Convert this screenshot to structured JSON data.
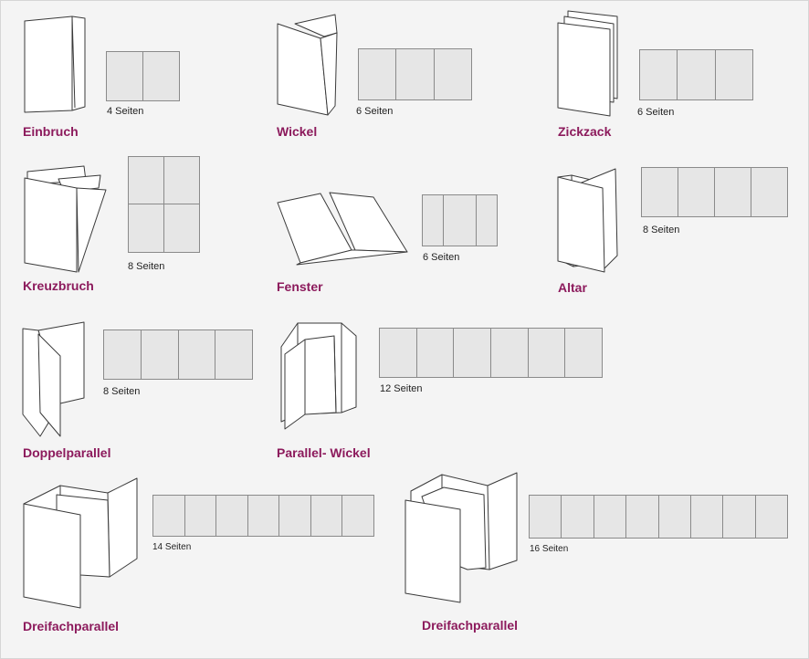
{
  "colors": {
    "title": "#8c1a5c",
    "panel_fill": "#e6e6e6",
    "panel_border": "#8a8a8a",
    "background": "#f4f4f4"
  },
  "folds": [
    {
      "id": "einbruch",
      "title": "Einbruch",
      "pages_label": "4 Seiten",
      "panels": 2
    },
    {
      "id": "wickel",
      "title": "Wickel",
      "pages_label": "6 Seiten",
      "panels": 3
    },
    {
      "id": "zickzack",
      "title": "Zickzack",
      "pages_label": "6 Seiten",
      "panels": 3
    },
    {
      "id": "kreuzbruch",
      "title": "Kreuzbruch",
      "pages_label": "8 Seiten",
      "panels": 4
    },
    {
      "id": "fenster",
      "title": "Fenster",
      "pages_label": "6 Seiten",
      "panels": 3
    },
    {
      "id": "altar",
      "title": "Altar",
      "pages_label": "8 Seiten",
      "panels": 4
    },
    {
      "id": "doppelparallel",
      "title": "Doppelparallel",
      "pages_label": "8 Seiten",
      "panels": 4
    },
    {
      "id": "parallel-wickel",
      "title": "Parallel- Wickel",
      "pages_label": "12 Seiten",
      "panels": 6
    },
    {
      "id": "dreifachparallel-14",
      "title": "Dreifachparallel",
      "pages_label": "14 Seiten",
      "panels": 7
    },
    {
      "id": "dreifachparallel-16",
      "title": "Dreifachparallel",
      "pages_label": "16 Seiten",
      "panels": 8
    }
  ]
}
